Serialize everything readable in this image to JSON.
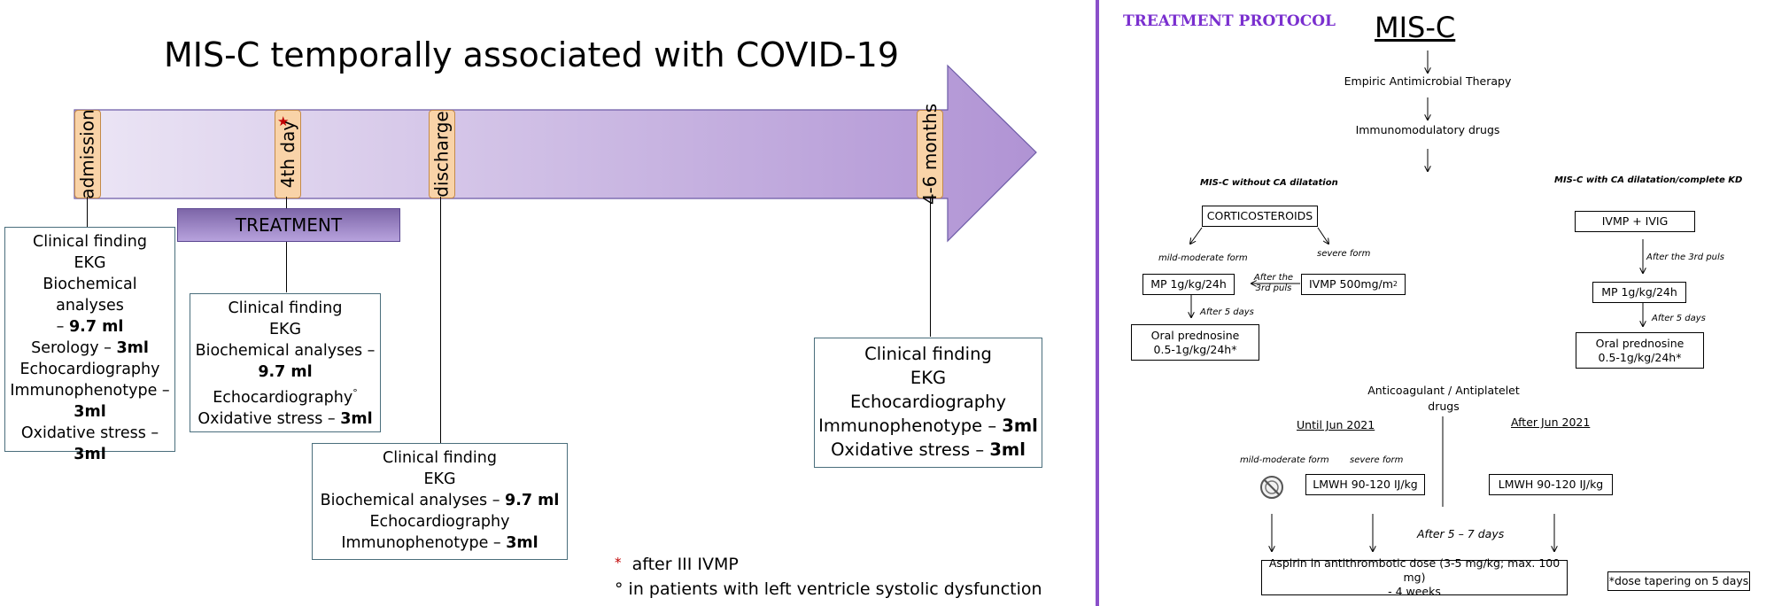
{
  "timeline": {
    "title": "MIS-C temporally associated with COVID-19",
    "tags": [
      "admission",
      "4th day",
      "discharge",
      "4-6 months"
    ],
    "star_symbol": "★",
    "treatment_label": "TREATMENT",
    "box_admission": {
      "l1": "Clinical finding",
      "l2": "EKG",
      "l3": "Biochemical analyses",
      "l4a": "– ",
      "l4b": "9.7 ml",
      "l5a": "Serology – ",
      "l5b": "3ml",
      "l6": "Echocardiography",
      "l7": "Immunophenotype –",
      "l8": "3ml",
      "l9": "Oxidative stress –",
      "l10": "3ml"
    },
    "box_day4": {
      "l1": "Clinical finding",
      "l2": "EKG",
      "l3": "Biochemical analyses –",
      "l4": "9.7 ml",
      "l5": "Echocardiography",
      "l5sup": "°",
      "l6a": "Oxidative stress – ",
      "l6b": "3ml"
    },
    "box_discharge": {
      "l1": "Clinical finding",
      "l2": "EKG",
      "l3a": "Biochemical analyses – ",
      "l3b": "9.7 ml",
      "l4": "Echocardiography",
      "l5a": "Immunophenotype – ",
      "l5b": "3ml"
    },
    "box_followup": {
      "l1": "Clinical finding",
      "l2": "EKG",
      "l3": "Echocardiography",
      "l4a": "Immunophenotype – ",
      "l4b": "3ml",
      "l5a": "Oxidative stress – ",
      "l5b": "3ml"
    },
    "footnote1_mark": "*",
    "footnote1": "after III IVMP",
    "footnote2_mark": "°",
    "footnote2": "in patients with left ventricle systolic dysfunction"
  },
  "protocol": {
    "title": "TREATMENT PROTOCOL",
    "heading": "MIS-C",
    "empiric": "Empiric Antimicrobial Therapy",
    "immuno": "Immunomodulatory drugs",
    "left_branch": "MIS-C without CA dilatation",
    "right_branch": "MIS-C with CA dilatation/complete KD",
    "corticosteroids": "CORTICOSTEROIDS",
    "mild_moderate": "mild-moderate form",
    "severe": "severe form",
    "mp_left": "MP 1g/kg/24h",
    "after_3rd_puls_left_1": "After the",
    "after_3rd_puls_left_2": "3rd puls",
    "ivmp": "IVMP 500mg/m",
    "ivmp_sup": "2",
    "after_5_days": "After 5 days",
    "oral_pred_1": "Oral prednosine",
    "oral_pred_2": "0.5-1g/kg/24h*",
    "ivmp_ivig": "IVMP + IVIG",
    "after_3rd_puls_right": "After the 3rd puls",
    "mp_right": "MP 1g/kg/24h",
    "anticoag_1": "Anticoagulant / Antiplatelet",
    "anticoag_2": "drugs",
    "until_jun": "Until Jun 2021",
    "after_jun": "After Jun 2021",
    "mild_moderate_2": "mild-moderate form",
    "severe_2": "severe form",
    "lmwh": "LMWH 90-120 IJ/kg",
    "after_5_7": "After 5 – 7 days",
    "aspirin_1": "Aspirin in antithrombotic dose (3-5 mg/kg; max. 100 mg)",
    "aspirin_2": "- 4 weeks",
    "taper_note": "*dose tapering on 5 days"
  },
  "colors": {
    "arrow_start": "#ece6f5",
    "arrow_end": "#b093d4",
    "tag_fill": "#f9d3a8",
    "divider": "#8a4fc9",
    "protocol_title": "#7a2fcf",
    "star": "#c00000"
  }
}
